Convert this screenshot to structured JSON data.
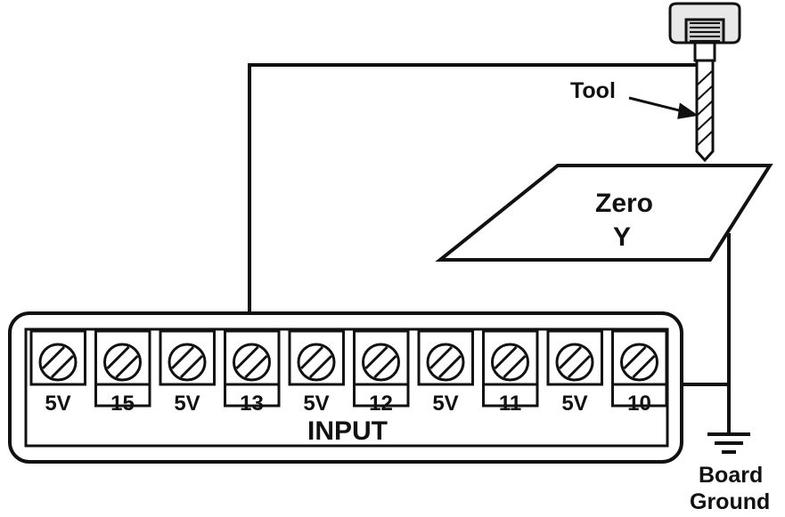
{
  "labels": {
    "tool": "Tool",
    "zero": "Zero",
    "axis": "Y",
    "input": "INPUT",
    "board": "Board",
    "ground": "Ground"
  },
  "terminals": [
    "5V",
    "15",
    "5V",
    "13",
    "5V",
    "12",
    "5V",
    "11",
    "5V",
    "10"
  ],
  "colors": {
    "line": "#111111",
    "background": "#ffffff"
  },
  "icons": [
    "screw-terminal-icon",
    "ground-symbol-icon",
    "spindle-icon",
    "drill-bit-icon"
  ]
}
